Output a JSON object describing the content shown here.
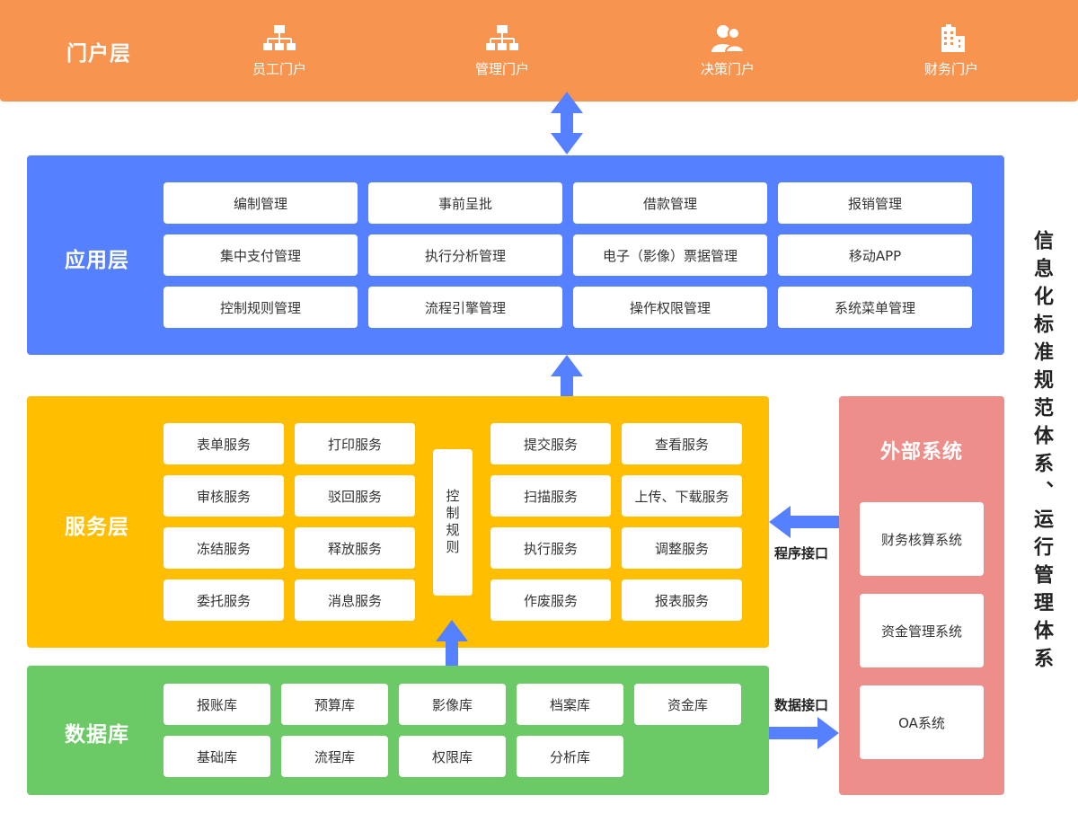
{
  "portal": {
    "title": "门户层",
    "items": [
      {
        "label": "员工门户",
        "icon": "org-chart-icon"
      },
      {
        "label": "管理门户",
        "icon": "org-chart-icon"
      },
      {
        "label": "决策门户",
        "icon": "users-icon"
      },
      {
        "label": "财务门户",
        "icon": "building-icon"
      }
    ]
  },
  "app": {
    "title": "应用层",
    "rows": [
      [
        "编制管理",
        "事前呈批",
        "借款管理",
        "报销管理"
      ],
      [
        "集中支付管理",
        "执行分析管理",
        "电子（影像）票据管理",
        "移动APP"
      ],
      [
        "控制规则管理",
        "流程引擎管理",
        "操作权限管理",
        "系统菜单管理"
      ]
    ]
  },
  "service": {
    "title": "服务层",
    "left": [
      [
        "表单服务",
        "打印服务"
      ],
      [
        "审核服务",
        "驳回服务"
      ],
      [
        "冻结服务",
        "释放服务"
      ],
      [
        "委托服务",
        "消息服务"
      ]
    ],
    "control": "控制规则",
    "right": [
      [
        "提交服务",
        "查看服务"
      ],
      [
        "扫描服务",
        "上传、下载服务"
      ],
      [
        "执行服务",
        "调整服务"
      ],
      [
        "作废服务",
        "报表服务"
      ]
    ]
  },
  "db": {
    "title": "数据库",
    "rows": [
      [
        "报账库",
        "预算库",
        "影像库",
        "档案库",
        "资金库"
      ],
      [
        "基础库",
        "流程库",
        "权限库",
        "分析库"
      ]
    ]
  },
  "external": {
    "title": "外部系统",
    "items": [
      "财务核算系统",
      "资金管理系统",
      "OA系统"
    ]
  },
  "interfaces": {
    "program": "程序接口",
    "data": "数据接口"
  },
  "side_title": "信息化标准规范体系、运行管理体系",
  "colors": {
    "portal": "#F7944F",
    "app": "#5580FF",
    "service": "#FFBE00",
    "db": "#6BC966",
    "external": "#EE8E8B",
    "arrow": "#5580FF"
  }
}
